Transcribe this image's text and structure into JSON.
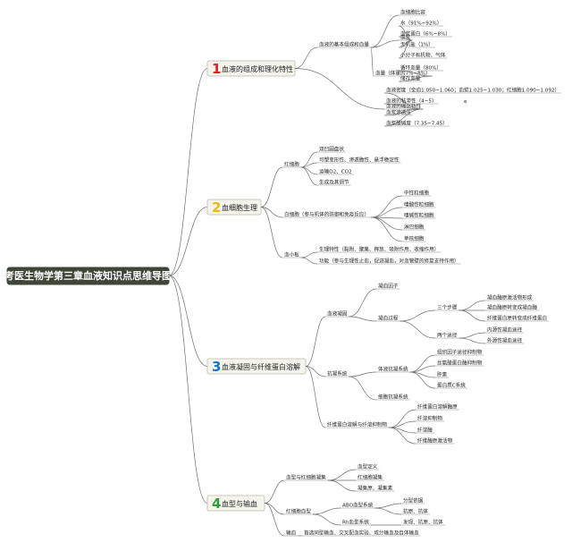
{
  "root": "考医生物学第三章血液知识点思维导图",
  "branches": [
    {
      "num": "1",
      "num_color": "#e02020",
      "label": "血液的组成和理化特性",
      "children": [
        {
          "label": "血液的基本组成和血量",
          "children": [
            {
              "label": "血细胞比容"
            },
            {
              "label": "血浆",
              "children": [
                {
                  "label": "水（91%~92%）"
                },
                {
                  "label": "血浆蛋白（6%~8%）"
                },
                {
                  "label": "无机盐（1%）"
                },
                {
                  "label": "小分子有机物、气体"
                }
              ]
            },
            {
              "label": "血量（体重的7%~8%）",
              "children": [
                {
                  "label": "循环血量（80%）"
                },
                {
                  "label": "储存血量"
                }
              ]
            }
          ]
        },
        {
          "label": "血液的理化特性",
          "children": [
            {
              "label": "血液密度（全血1.050~1.060；血浆1.025~1.030；红细胞1.090~1.092）"
            },
            {
              "label": "血液的粘滞性（4~5）",
              "extra": "e"
            },
            {
              "label": "血浆渗透压"
            },
            {
              "label": "血浆酸碱度（7.35~7.45）"
            }
          ]
        }
      ]
    },
    {
      "num": "2",
      "num_color": "#f2b90c",
      "label": "血细胞生理",
      "children": [
        {
          "label": "红细胞",
          "children": [
            {
              "label": "双凹圆盘状"
            },
            {
              "label": "可塑变形性、渗透脆性、悬浮稳定性"
            },
            {
              "label": "运输O2、CO2"
            },
            {
              "label": "生成及其调节"
            }
          ]
        },
        {
          "label": "白细胞（参与机体的防御和免疫反应）",
          "children": [
            {
              "label": "中性粒细胞"
            },
            {
              "label": "嗜酸性粒细胞"
            },
            {
              "label": "嗜碱性粒细胞"
            },
            {
              "label": "淋巴细胞"
            },
            {
              "label": "单核细胞"
            }
          ]
        },
        {
          "label": "血小板",
          "children": [
            {
              "label": "生理特性（黏附、聚集、释放、吸附作用、收缩作用）"
            },
            {
              "label": "功能（参与生理性止血，促进凝血，对血管壁的修复支持作用）"
            }
          ]
        }
      ]
    },
    {
      "num": "3",
      "num_color": "#1a73c9",
      "label": "血液凝固与纤维蛋白溶解",
      "children": [
        {
          "label": "血液凝固",
          "children": [
            {
              "label": "凝血因子"
            },
            {
              "label": "凝血过程",
              "children": [
                {
                  "label": "三个步骤",
                  "children": [
                    {
                      "label": "凝血酶原激活物形成"
                    },
                    {
                      "label": "凝血酶原转变成凝血酶"
                    },
                    {
                      "label": "纤维蛋白原转变成纤维蛋白"
                    }
                  ]
                },
                {
                  "label": "两个途径",
                  "children": [
                    {
                      "label": "内源性凝血途径"
                    },
                    {
                      "label": "外源性凝血途径"
                    }
                  ]
                }
              ]
            }
          ]
        },
        {
          "label": "抗凝系统",
          "children": [
            {
              "label": "体液抗凝系统",
              "children": [
                {
                  "label": "组织因子途径抑制物"
                },
                {
                  "label": "丝氨酸蛋白酶抑制物"
                },
                {
                  "label": "肝素"
                },
                {
                  "label": "蛋白质C系统"
                }
              ]
            },
            {
              "label": "细胞抗凝系统"
            }
          ]
        },
        {
          "label": "纤维蛋白溶解与纤溶抑制物",
          "children": [
            {
              "label": "纤维蛋白溶解酶原"
            },
            {
              "label": "纤溶抑制物"
            },
            {
              "label": "纤溶酶"
            },
            {
              "label": "纤维酶原激活物"
            }
          ]
        }
      ]
    },
    {
      "num": "4",
      "num_color": "#2e9e3e",
      "label": "血型与输血",
      "children": [
        {
          "label": "血型与红细胞凝集",
          "children": [
            {
              "label": "血型定义"
            },
            {
              "label": "红细胞凝集"
            },
            {
              "label": "凝集原、凝集素"
            }
          ]
        },
        {
          "label": "红细胞血型",
          "children": [
            {
              "label": "ABO血型系统",
              "children": [
                {
                  "label": "分型依据"
                },
                {
                  "label": "抗原、抗体"
                }
              ]
            },
            {
              "label": "Rh血型系统",
              "children": [
                {
                  "label": "发现、抗原、抗体"
                }
              ]
            }
          ]
        },
        {
          "label": "输血",
          "children": [
            {
              "label": "首选同型输血、交叉配血实验、成分输血及自体输血"
            }
          ]
        }
      ]
    }
  ]
}
